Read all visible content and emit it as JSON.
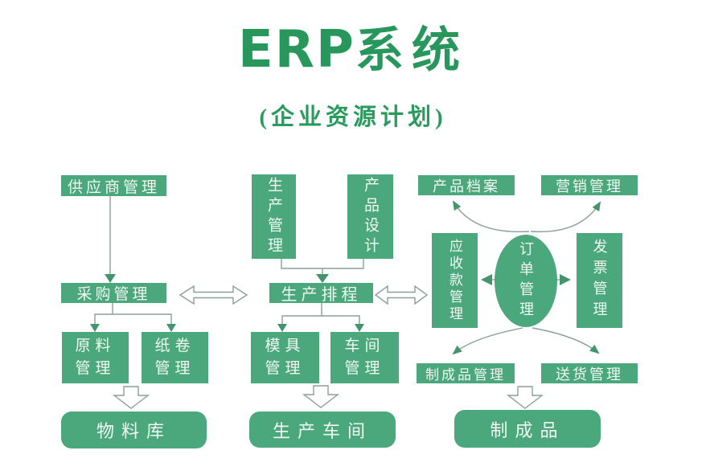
{
  "title": {
    "latin": "ERP",
    "cjk": "系统"
  },
  "subtitle": "(企业资源计划)",
  "colors": {
    "title_green": "#27975b",
    "node_green": "#4aa87c",
    "node_text": "#f2f7f2",
    "connector_gray": "#8aa096",
    "arrowhead_green": "#44946c",
    "hollow_arrow_fill": "#ffffff"
  },
  "nodes": {
    "supplier_mgmt": "供应商管理",
    "purchase_mgmt": "采购管理",
    "raw_material_lines": [
      "原料",
      "管理"
    ],
    "paper_roll_lines": [
      "纸卷",
      "管理"
    ],
    "material_store": "物料库",
    "production_mgmt": "生产管理",
    "product_design": "产品设计",
    "production_schedule": "生产排程",
    "mold_lines": [
      "模具",
      "管理"
    ],
    "workshop_lines": [
      "车间",
      "管理"
    ],
    "production_workshop": "生产车间",
    "product_archive": "产品档案",
    "marketing_mgmt": "营销管理",
    "receivables_mgmt": "应收款管理",
    "order_mgmt": "订单管理",
    "invoice_mgmt": "发票管理",
    "finished_goods_mgmt": "制成品管理",
    "delivery_mgmt": "送货管理",
    "finished_goods": "制成品"
  }
}
